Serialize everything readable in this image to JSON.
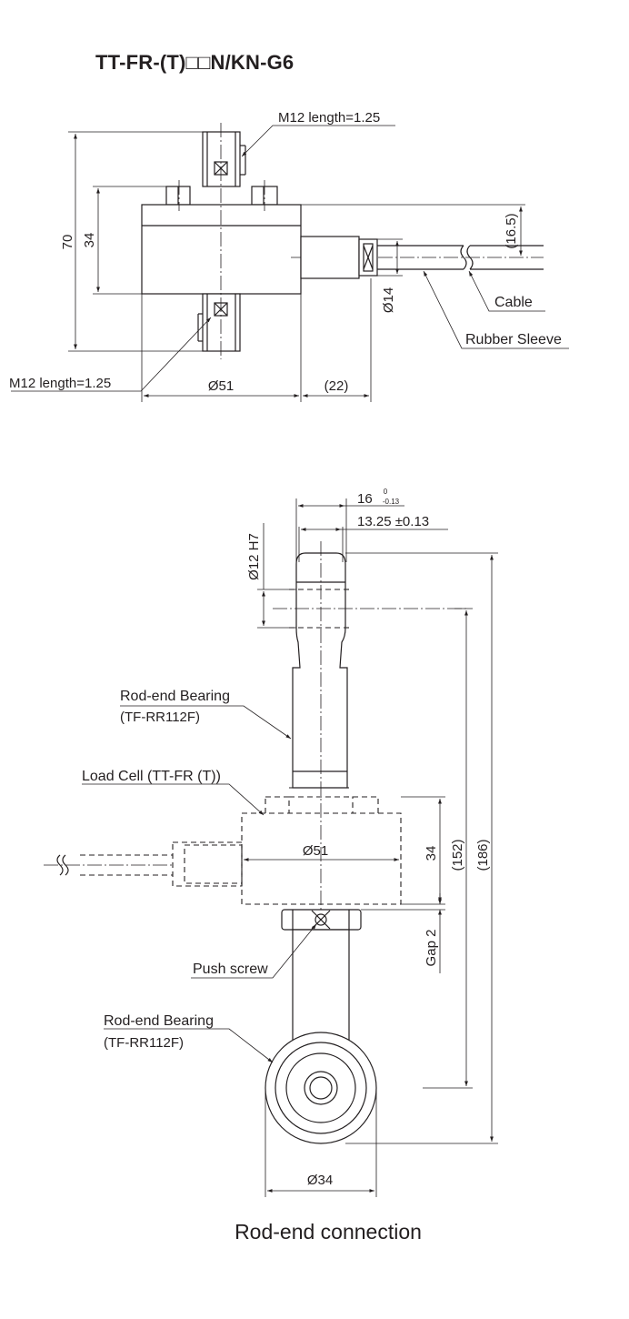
{
  "title": "TT-FR-(T)□□N/KN-G6",
  "top_view": {
    "thread_top": "M12 length=1.25",
    "thread_bottom": "M12 length=1.25",
    "height_total": "70",
    "height_body": "34",
    "diameter_body": "Ø51",
    "cable_offset": "(22)",
    "cable_height": "(16.5)",
    "sleeve_diameter": "Ø14",
    "cable_label": "Cable",
    "sleeve_label": "Rubber Sleeve"
  },
  "side_view": {
    "width_16": "16",
    "tol_16_upper": "0",
    "tol_16_lower": "-0.13",
    "width_1325": "13.25 ±0.13",
    "bore": "Ø12 H7",
    "rod_end_top_label": "Rod-end Bearing",
    "rod_end_top_part": "(TF-RR112F)",
    "load_cell_label": "Load Cell (TT-FR (T))",
    "diameter_body": "Ø51",
    "height_body": "34",
    "center_distance": "(152)",
    "overall_length": "(186)",
    "gap": "Gap 2",
    "push_screw_label": "Push screw",
    "rod_end_bottom_label": "Rod-end Bearing",
    "rod_end_bottom_part": "(TF-RR112F)",
    "eye_diameter": "Ø34"
  },
  "caption": "Rod-end connection"
}
